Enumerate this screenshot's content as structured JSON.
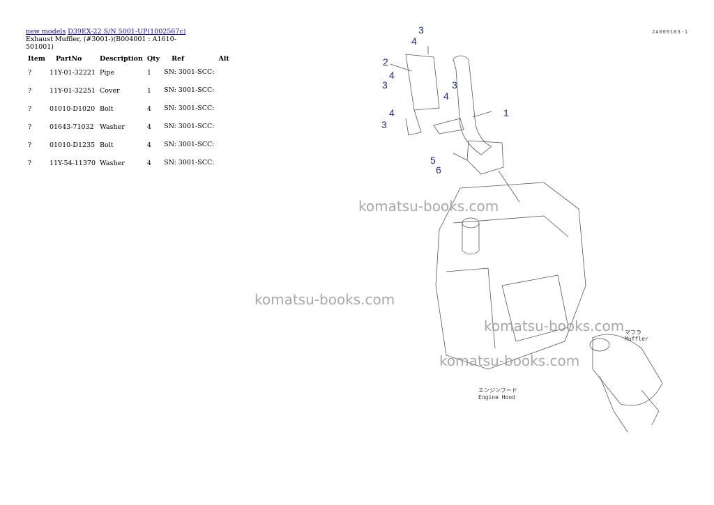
{
  "breadcrumb": {
    "link1": "new models",
    "link2": "D39EX-22 S/N 5001-UP(1002567c)"
  },
  "subtitle": "Exhaust Muffler, (#3001-)(B004001 : A1610-501001)",
  "table": {
    "headers": [
      "Item",
      "PartNo",
      "Description",
      "Qty",
      "Ref",
      "Alt"
    ],
    "rows": [
      {
        "item": "?",
        "part": "11Y-01-32221",
        "desc": "Pipe",
        "qty": "1",
        "ref": "SN: 3001-SCC:",
        "alt": ""
      },
      {
        "item": "?",
        "part": "11Y-01-32251",
        "desc": "Cover",
        "qty": "1",
        "ref": "SN: 3001-SCC:",
        "alt": ""
      },
      {
        "item": "?",
        "part": "01010-D1020",
        "desc": "Bolt",
        "qty": "4",
        "ref": "SN: 3001-SCC:",
        "alt": ""
      },
      {
        "item": "?",
        "part": "01643-71032",
        "desc": "Washer",
        "qty": "4",
        "ref": "SN: 3001-SCC:",
        "alt": ""
      },
      {
        "item": "?",
        "part": "01010-D1235",
        "desc": "Bolt",
        "qty": "4",
        "ref": "SN: 3001-SCC:",
        "alt": ""
      },
      {
        "item": "?",
        "part": "11Y-54-11370",
        "desc": "Washer",
        "qty": "4",
        "ref": "SN: 3001-SCC:",
        "alt": ""
      }
    ]
  },
  "diagram": {
    "code": "JA009163-1",
    "muffler_jp": "マフラ",
    "muffler_en": "Muffler",
    "hood_jp": "エンジンフード",
    "hood_en": "Engine Hood",
    "callouts": [
      "3",
      "4",
      "2",
      "4",
      "3",
      "4",
      "3",
      "1",
      "4",
      "3",
      "5",
      "6"
    ],
    "watermark": "komatsu-books.com"
  },
  "colors": {
    "link": "#1a0dab",
    "callout": "#1b2b8a"
  }
}
